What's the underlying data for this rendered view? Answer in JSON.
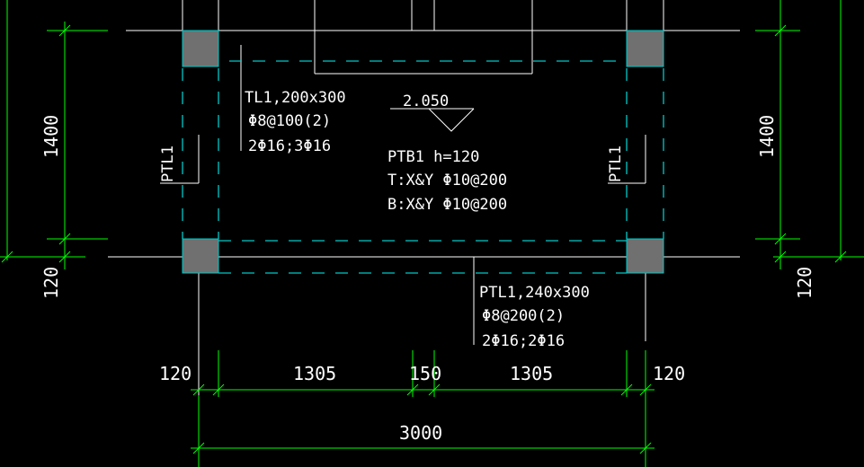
{
  "colors": {
    "background": "#000000",
    "wall": "#ffffff",
    "beam_hidden": "#00c8c8",
    "dimension": "#00ff00",
    "column_fill": "#707070",
    "text": "#ffffff"
  },
  "plan": {
    "slab_label": "PTB1 h=120",
    "slab_top_rebar": "T:X&Y Φ10@200",
    "slab_bottom_rebar": "B:X&Y Φ10@200",
    "elevation": "2.050",
    "beam_tl1": {
      "name": "TL1,200x300",
      "stirrup": "Φ8@100(2)",
      "rebar": "2Φ16;3Φ16"
    },
    "beam_ptl1": {
      "name": "PTL1,240x300",
      "stirrup": "Φ8@200(2)",
      "rebar": "2Φ16;2Φ16"
    },
    "column_label_left": "PTL1",
    "column_label_right": "PTL1"
  },
  "dimensions": {
    "left_height": "1400",
    "left_thickness": "120",
    "right_height": "1400",
    "right_thickness": "120",
    "bottom_segments": [
      "120",
      "1305",
      "150",
      "1305",
      "120"
    ],
    "bottom_total": "3000"
  }
}
